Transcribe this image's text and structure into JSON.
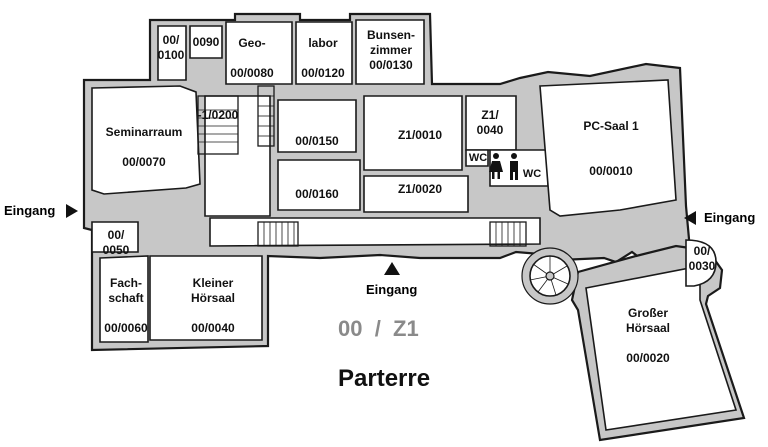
{
  "rooms": {
    "r0100": "00/\n0100",
    "r0090": "0090",
    "r0080": "Geo-\n\n00/0080",
    "r0120": "labor\n\n00/0120",
    "r0130": "Bunsen-\nzimmer\n00/0130",
    "r0200": "-1/0200",
    "seminar": "Seminarraum\n\n00/0070",
    "r0150": "00/0150",
    "r0160": "00/0160",
    "z10010": "Z1/0010",
    "z10020": "Z1/0020",
    "z10040": "Z1/\n0040",
    "wc1": "WC",
    "wc2": "WC",
    "pcsaal": "PC-Saal 1\n\n\n00/0010",
    "r0050": "00/\n0050",
    "fachschaft": "Fach-\nschaft\n\n00/0060",
    "kleiner": "Kleiner\nHörsaal\n\n00/0040",
    "r0030": "00/\n0030",
    "grosser": "Großer\nHörsaal\n\n00/0020"
  },
  "entrances": {
    "left": "Eingang",
    "right": "Eingang",
    "bottom": "Eingang"
  },
  "floor_code": "00  /  Z1",
  "floor_name": "Parterre",
  "colors": {
    "wall": "#c7c7c7",
    "outline": "#1a1a1a",
    "floor_code": "#8a8a8a",
    "floor_name": "#111111"
  }
}
